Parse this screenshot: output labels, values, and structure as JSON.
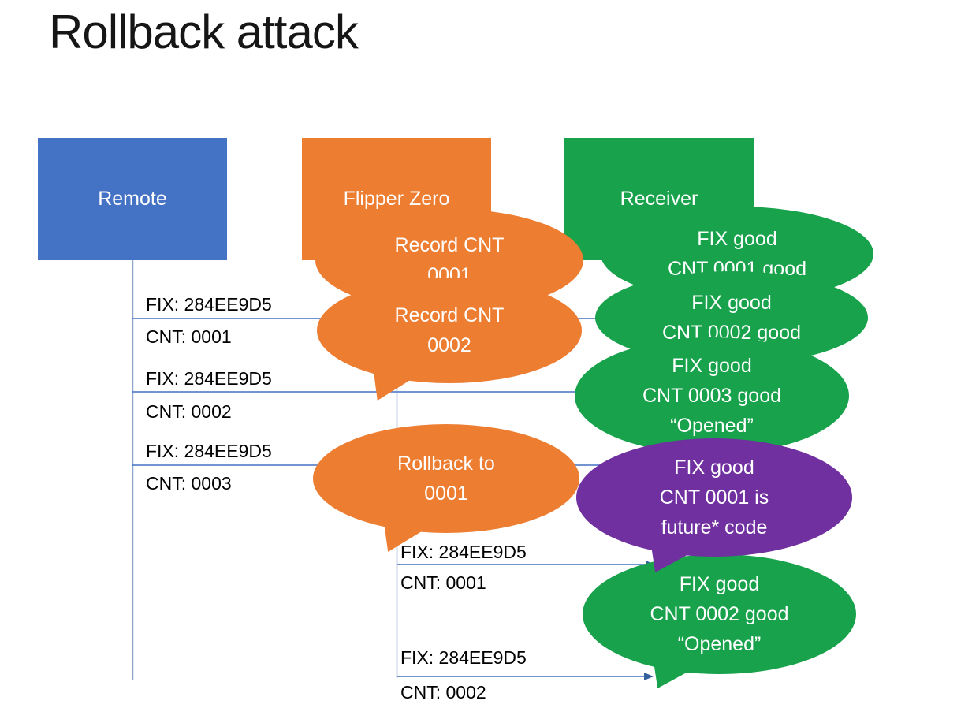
{
  "title": "Rollback attack",
  "colors": {
    "remote_blue": "#4472C4",
    "flipper_orange": "#ED7D31",
    "receiver_green": "#18A24B",
    "reject_purple": "#7030A0",
    "arrow_blue": "#4472C4"
  },
  "actors": {
    "remote": {
      "label": "Remote"
    },
    "flipper": {
      "label": "Flipper Zero"
    },
    "receiver": {
      "label": "Receiver"
    }
  },
  "messages": [
    {
      "fix": "FIX: 284EE9D5",
      "cnt": "CNT: 0001"
    },
    {
      "fix": "FIX: 284EE9D5",
      "cnt": "CNT: 0002"
    },
    {
      "fix": "FIX: 284EE9D5",
      "cnt": "CNT: 0003"
    },
    {
      "fix": "FIX: 284EE9D5",
      "cnt": "CNT: 0001"
    },
    {
      "fix": "FIX: 284EE9D5",
      "cnt": "CNT: 0002"
    }
  ],
  "bubbles": {
    "record1": {
      "lines": [
        "Record CNT",
        "0001"
      ]
    },
    "record2": {
      "lines": [
        "Record CNT",
        "0002"
      ]
    },
    "rollback": {
      "lines": [
        "Rollback to",
        "0001"
      ]
    },
    "ack1": {
      "lines": [
        "FIX good",
        "CNT 0001 good"
      ]
    },
    "ack2": {
      "lines": [
        "FIX good",
        "CNT 0002 good"
      ]
    },
    "ack3": {
      "lines": [
        "FIX good",
        "CNT 0003 good",
        "“Opened”"
      ]
    },
    "reject": {
      "lines": [
        "FIX good",
        "CNT 0001 is",
        "future* code"
      ]
    },
    "ack4": {
      "lines": [
        "FIX good",
        "CNT 0002 good",
        "“Opened”"
      ]
    }
  }
}
